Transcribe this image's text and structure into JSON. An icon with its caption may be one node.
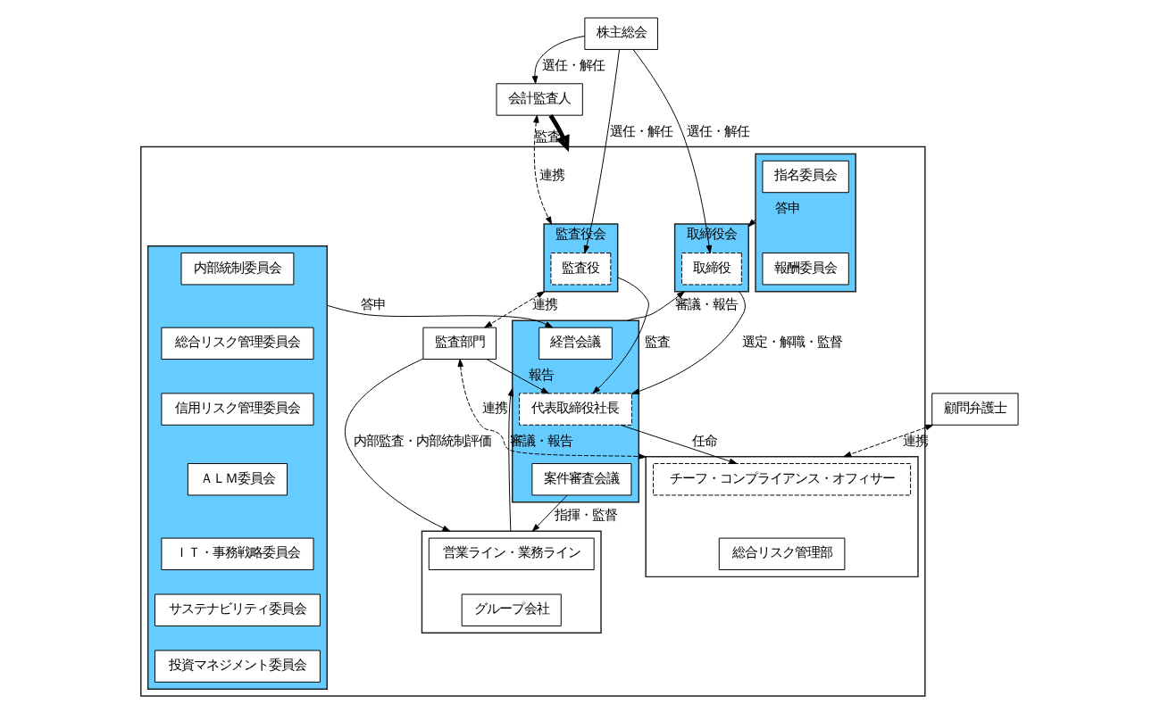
{
  "diagram": {
    "nodes": [
      {
        "text": [
          "株主総会"
        ]
      },
      {
        "text": [
          "会計監査人"
        ]
      },
      {
        "text": [
          "顧問弁護士"
        ]
      },
      {
        "text": [],
        "shape": "box"
      },
      {
        "text": [
          "監査役会"
        ],
        "in": 3
      },
      {
        "text": [
          "監査役"
        ],
        "in": 4
      },
      {
        "text": [
          "取締役会"
        ],
        "in": 3
      },
      {
        "text": [
          "取締役"
        ],
        "in": 6
      },
      {
        "text": [],
        "shape": "box",
        "in": 3
      },
      {
        "text": [
          "指名委員会"
        ],
        "in": 8
      },
      {
        "text": [
          "報酬委員会"
        ],
        "in": 8
      },
      {
        "text": [
          "監査部門"
        ],
        "in": 3
      },
      {
        "text": [],
        "shape": "box",
        "in": 3
      },
      {
        "text": [
          "経営会議"
        ],
        "in": 12
      },
      {
        "text": [
          "代表取締役社長"
        ],
        "in": 12
      },
      {
        "text": [
          "案件審査会議"
        ],
        "in": 12
      },
      {
        "text": [],
        "shape": "box",
        "in": 3
      },
      {
        "text": [
          "チーフ・コンプライアンス・オフィサー"
        ],
        "in": 16
      },
      {
        "text": [
          "総合リスク管理部"
        ],
        "in": 16
      },
      {
        "text": [],
        "shape": "box",
        "in": 3
      },
      {
        "text": [
          "内部統制委員会"
        ],
        "in": 19
      },
      {
        "text": [
          "総合リスク管理委員会"
        ],
        "in": 19
      },
      {
        "text": [
          "信用リスク管理委員会"
        ],
        "in": 19
      },
      {
        "text": [
          "ＡＬＭ委員会"
        ],
        "in": 19
      },
      {
        "text": [
          "ＩＴ・事務戦略委員会"
        ],
        "in": 19
      },
      {
        "text": [
          "サステナビリティ委員会"
        ],
        "in": 19
      },
      {
        "text": [
          "投資マネジメント委員会"
        ],
        "in": 19
      },
      {
        "text": [],
        "shape": "box",
        "in": 3
      },
      {
        "text": [
          "営業ライン・業務ライン"
        ],
        "in": 27
      },
      {
        "text": [
          "グループ会社"
        ],
        "in": 27
      }
    ],
    "edges": [
      {
        "from": 0,
        "to": 1,
        "arrow": "to",
        "label": "選任・解任"
      },
      {
        "from": 0,
        "to": 5,
        "arrow": "to",
        "label": "選任・解任"
      },
      {
        "from": 0,
        "to": 7,
        "arrow": "to",
        "label": "選任・解任"
      },
      {
        "from": 1,
        "to": 4,
        "arrow": "both",
        "label": "連携",
        "style": "dashed"
      },
      {
        "from": 1,
        "to": 3,
        "arrow": "to",
        "label": "監査",
        "style": "thick"
      },
      {
        "from": 2,
        "to": 16,
        "arrow": "both",
        "label": "連携",
        "style": "dashed"
      },
      {
        "from": 4,
        "to": 11,
        "arrow": "both",
        "label": "連携",
        "style": "dashed"
      },
      {
        "from": 11,
        "to": 16,
        "arrow": "both",
        "label": "連携",
        "style": "dashed"
      },
      {
        "from": 8,
        "to": 6,
        "arrow": "to",
        "label": "答申"
      },
      {
        "from": 4,
        "to": 14,
        "arrow": "to",
        "label": "監査"
      },
      {
        "from": 12,
        "to": 6,
        "arrow": "to",
        "label": "審議・報告"
      },
      {
        "from": 6,
        "to": 14,
        "arrow": "to",
        "label": "選定・解職・監督"
      },
      {
        "from": 19,
        "to": 13,
        "arrow": "to",
        "label": "答申"
      },
      {
        "from": 11,
        "to": 14,
        "arrow": "to",
        "label": "報告"
      },
      {
        "from": 14,
        "to": 17,
        "arrow": "to",
        "label": "任命"
      },
      {
        "from": 11,
        "to": 27,
        "arrow": "to",
        "label": "内部監査・内部統制評価"
      },
      {
        "from": 15,
        "to": 27,
        "arrow": "to",
        "label": "指揮・監督"
      },
      {
        "from": 27,
        "to": 12,
        "arrow": "to",
        "label": "審議・報告"
      }
    ]
  }
}
